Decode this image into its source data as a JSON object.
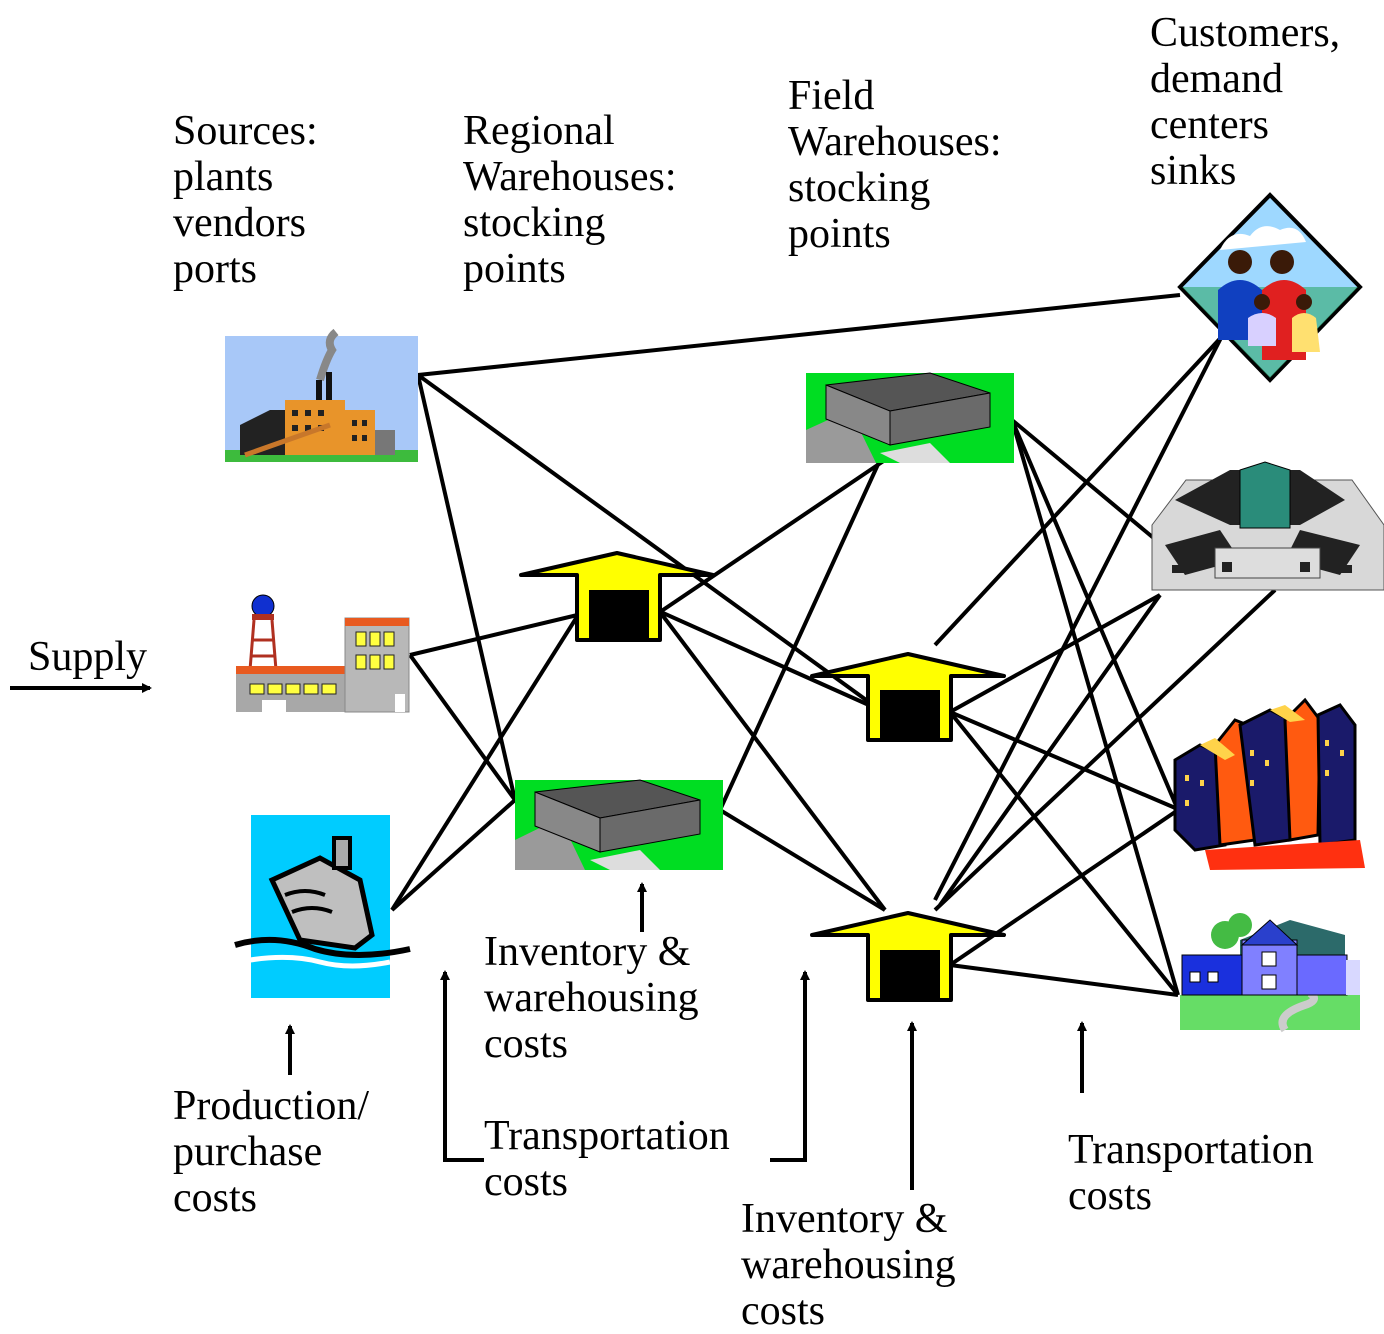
{
  "column_headers": {
    "sources": "Sources:\nplants\nvendors\nports",
    "regional": "Regional\nWarehouses:\nstocking\npoints",
    "field": "Field\nWarehouses:\nstocking\npoints",
    "customers": "Customers,\ndemand\ncenters\nsinks"
  },
  "supply_label": "Supply",
  "cost_labels": {
    "production": "Production/\npurchase\ncosts",
    "inventory_regional": "Inventory &\nwarehousing\ncosts",
    "transport_1": "Transportation\ncosts",
    "inventory_field": "Inventory &\nwarehousing\ncosts",
    "transport_2": "Transportation\ncosts"
  },
  "colors": {
    "warehouse_arrow": "#ffff00",
    "lines": "#000000",
    "sky": "#a8c8f8",
    "grass": "#22cc22",
    "sea": "#00ccff"
  },
  "icons": {
    "sources": [
      "factory-icon",
      "plant-icon",
      "ship-icon"
    ],
    "regional": [
      "warehouse-arrow-icon",
      "warehouse-building-icon"
    ],
    "field": [
      "warehouse-building-icon",
      "warehouse-arrow-icon",
      "warehouse-arrow-icon"
    ],
    "customers": [
      "family-icon",
      "mall-icon",
      "city-icon",
      "house-icon"
    ]
  }
}
